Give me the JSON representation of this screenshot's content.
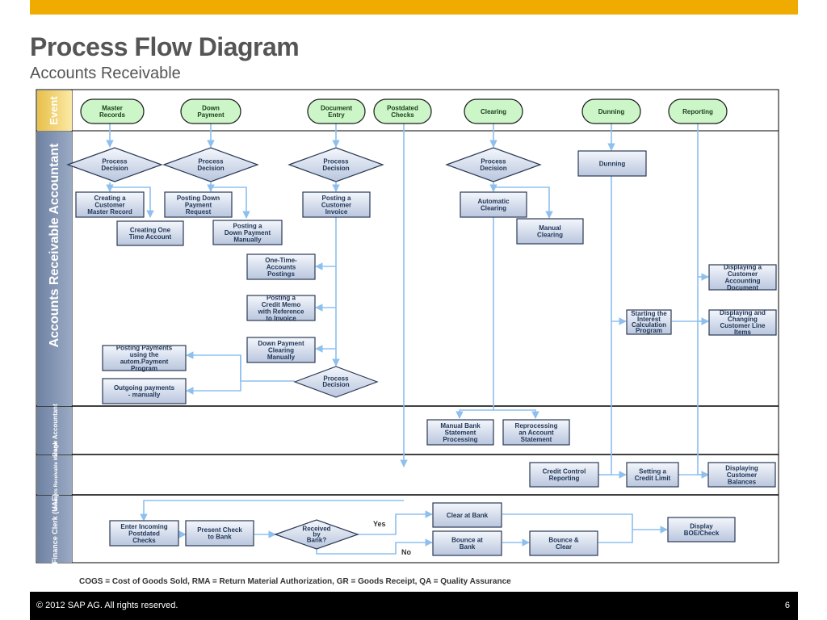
{
  "slide": {
    "title": "Process Flow Diagram",
    "subtitle": "Accounts Receivable",
    "footnote": "COGS = Cost of Goods Sold, RMA = Return Material Authorization, GR = Goods Receipt, QA = Quality Assurance",
    "copyright": "© 2012 SAP AG. All rights reserved.",
    "page_number": "6"
  },
  "colors": {
    "accent": "#f0ab00",
    "event_green": "#ccf5c8",
    "process_box": "#c9d4e8",
    "connector": "#8ec0ef",
    "lane_label": "#7d8fad"
  },
  "lanes": {
    "event": "Event",
    "ar_accountant": "Accounts Receivable Accountant",
    "bank_accountant": "Bank Accountant",
    "ar_manager": "Accounts Receivable Manager",
    "finance_clerk": "Finance Clerk (UAE)"
  },
  "events": {
    "master_records": [
      "Master",
      "Records"
    ],
    "down_payment": [
      "Down",
      "Payment"
    ],
    "document_entry": [
      "Document",
      "Entry"
    ],
    "postdated_checks": [
      "Postdated",
      "Checks"
    ],
    "clearing": [
      "Clearing"
    ],
    "dunning": [
      "Dunning"
    ],
    "reporting": [
      "Reporting"
    ]
  },
  "decisions": {
    "d1": [
      "Process",
      "Decision"
    ],
    "d2": [
      "Process",
      "Decision"
    ],
    "d3": [
      "Process",
      "Decision"
    ],
    "d4": [
      "Process",
      "Decision"
    ],
    "d5": [
      "Process",
      "Decision"
    ],
    "received_by_bank": [
      "Received",
      "by",
      "Bank?"
    ]
  },
  "steps": {
    "creating_customer": [
      "Creating a",
      "Customer",
      "Master Record"
    ],
    "creating_one_time": [
      "Creating One",
      "Time Account"
    ],
    "posting_down_request": [
      "Posting Down",
      "Payment",
      "Request"
    ],
    "posting_down_manual": [
      "Posting a",
      "Down Payment",
      "Manually"
    ],
    "posting_customer_invoice": [
      "Posting a",
      "Customer",
      "Invoice"
    ],
    "one_time_postings": [
      "One-Time-",
      "Accounts",
      "Postings"
    ],
    "posting_credit_memo": [
      "Posting a",
      "Credit Memo",
      "with Reference",
      "to Invoice"
    ],
    "down_payment_clearing": [
      "Down Payment",
      "Clearing",
      "Manually"
    ],
    "posting_payments_auto": [
      "Posting Payments",
      "using the",
      "autom.Payment",
      "Program"
    ],
    "outgoing_payments": [
      "Outgoing payments",
      "- manually"
    ],
    "automatic_clearing": [
      "Automatic",
      "Clearing"
    ],
    "manual_clearing": [
      "Manual",
      "Clearing"
    ],
    "dunning": [
      "Dunning"
    ],
    "starting_interest": [
      "Starting the",
      "Interest",
      "Calculation",
      "Program"
    ],
    "displaying_customer_doc": [
      "Displaying a",
      "Customer",
      "Accounting",
      "Document"
    ],
    "displaying_line_items": [
      "Displaying and",
      "Changing",
      "Customer Line",
      "Items"
    ],
    "manual_bank_statement": [
      "Manual Bank",
      "Statement",
      "Processing"
    ],
    "reprocessing_statement": [
      "Reprocessing",
      "an Account",
      "Statement"
    ],
    "credit_control_reporting": [
      "Credit Control",
      "Reporting"
    ],
    "setting_credit_limit": [
      "Setting a",
      "Credit Limit"
    ],
    "displaying_customer_balances": [
      "Displaying",
      "Customer",
      "Balances"
    ],
    "enter_incoming_checks": [
      "Enter Incoming",
      "Postdated",
      "Checks"
    ],
    "present_check": [
      "Present Check",
      "to Bank"
    ],
    "clear_at_bank": [
      "Clear at  Bank"
    ],
    "bounce_at_bank": [
      "Bounce at",
      "Bank"
    ],
    "bounce_clear": [
      "Bounce &",
      "Clear"
    ],
    "display_boe": [
      "Display",
      "BOE/Check"
    ]
  },
  "branch_labels": {
    "yes": "Yes",
    "no": "No"
  }
}
